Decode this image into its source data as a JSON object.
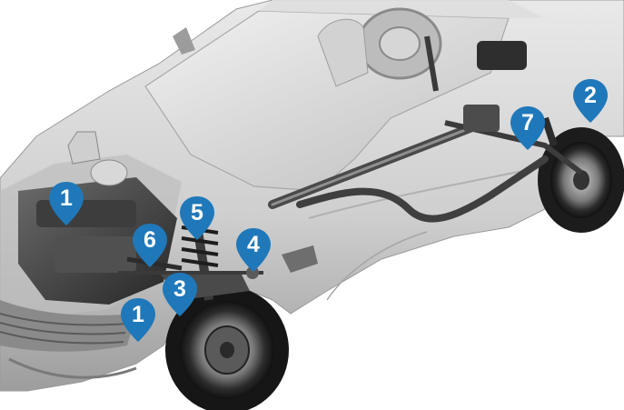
{
  "diagram": {
    "background_color": "#ffffff",
    "marker_color": "#1f78b9",
    "marker_text_color": "#ffffff",
    "markers": [
      {
        "id": "m1a",
        "label": "1"
      },
      {
        "id": "m2",
        "label": "2"
      },
      {
        "id": "m7",
        "label": "7"
      },
      {
        "id": "m5",
        "label": "5"
      },
      {
        "id": "m6",
        "label": "6"
      },
      {
        "id": "m4",
        "label": "4"
      },
      {
        "id": "m3",
        "label": "3"
      },
      {
        "id": "m1b",
        "label": "1"
      }
    ]
  }
}
